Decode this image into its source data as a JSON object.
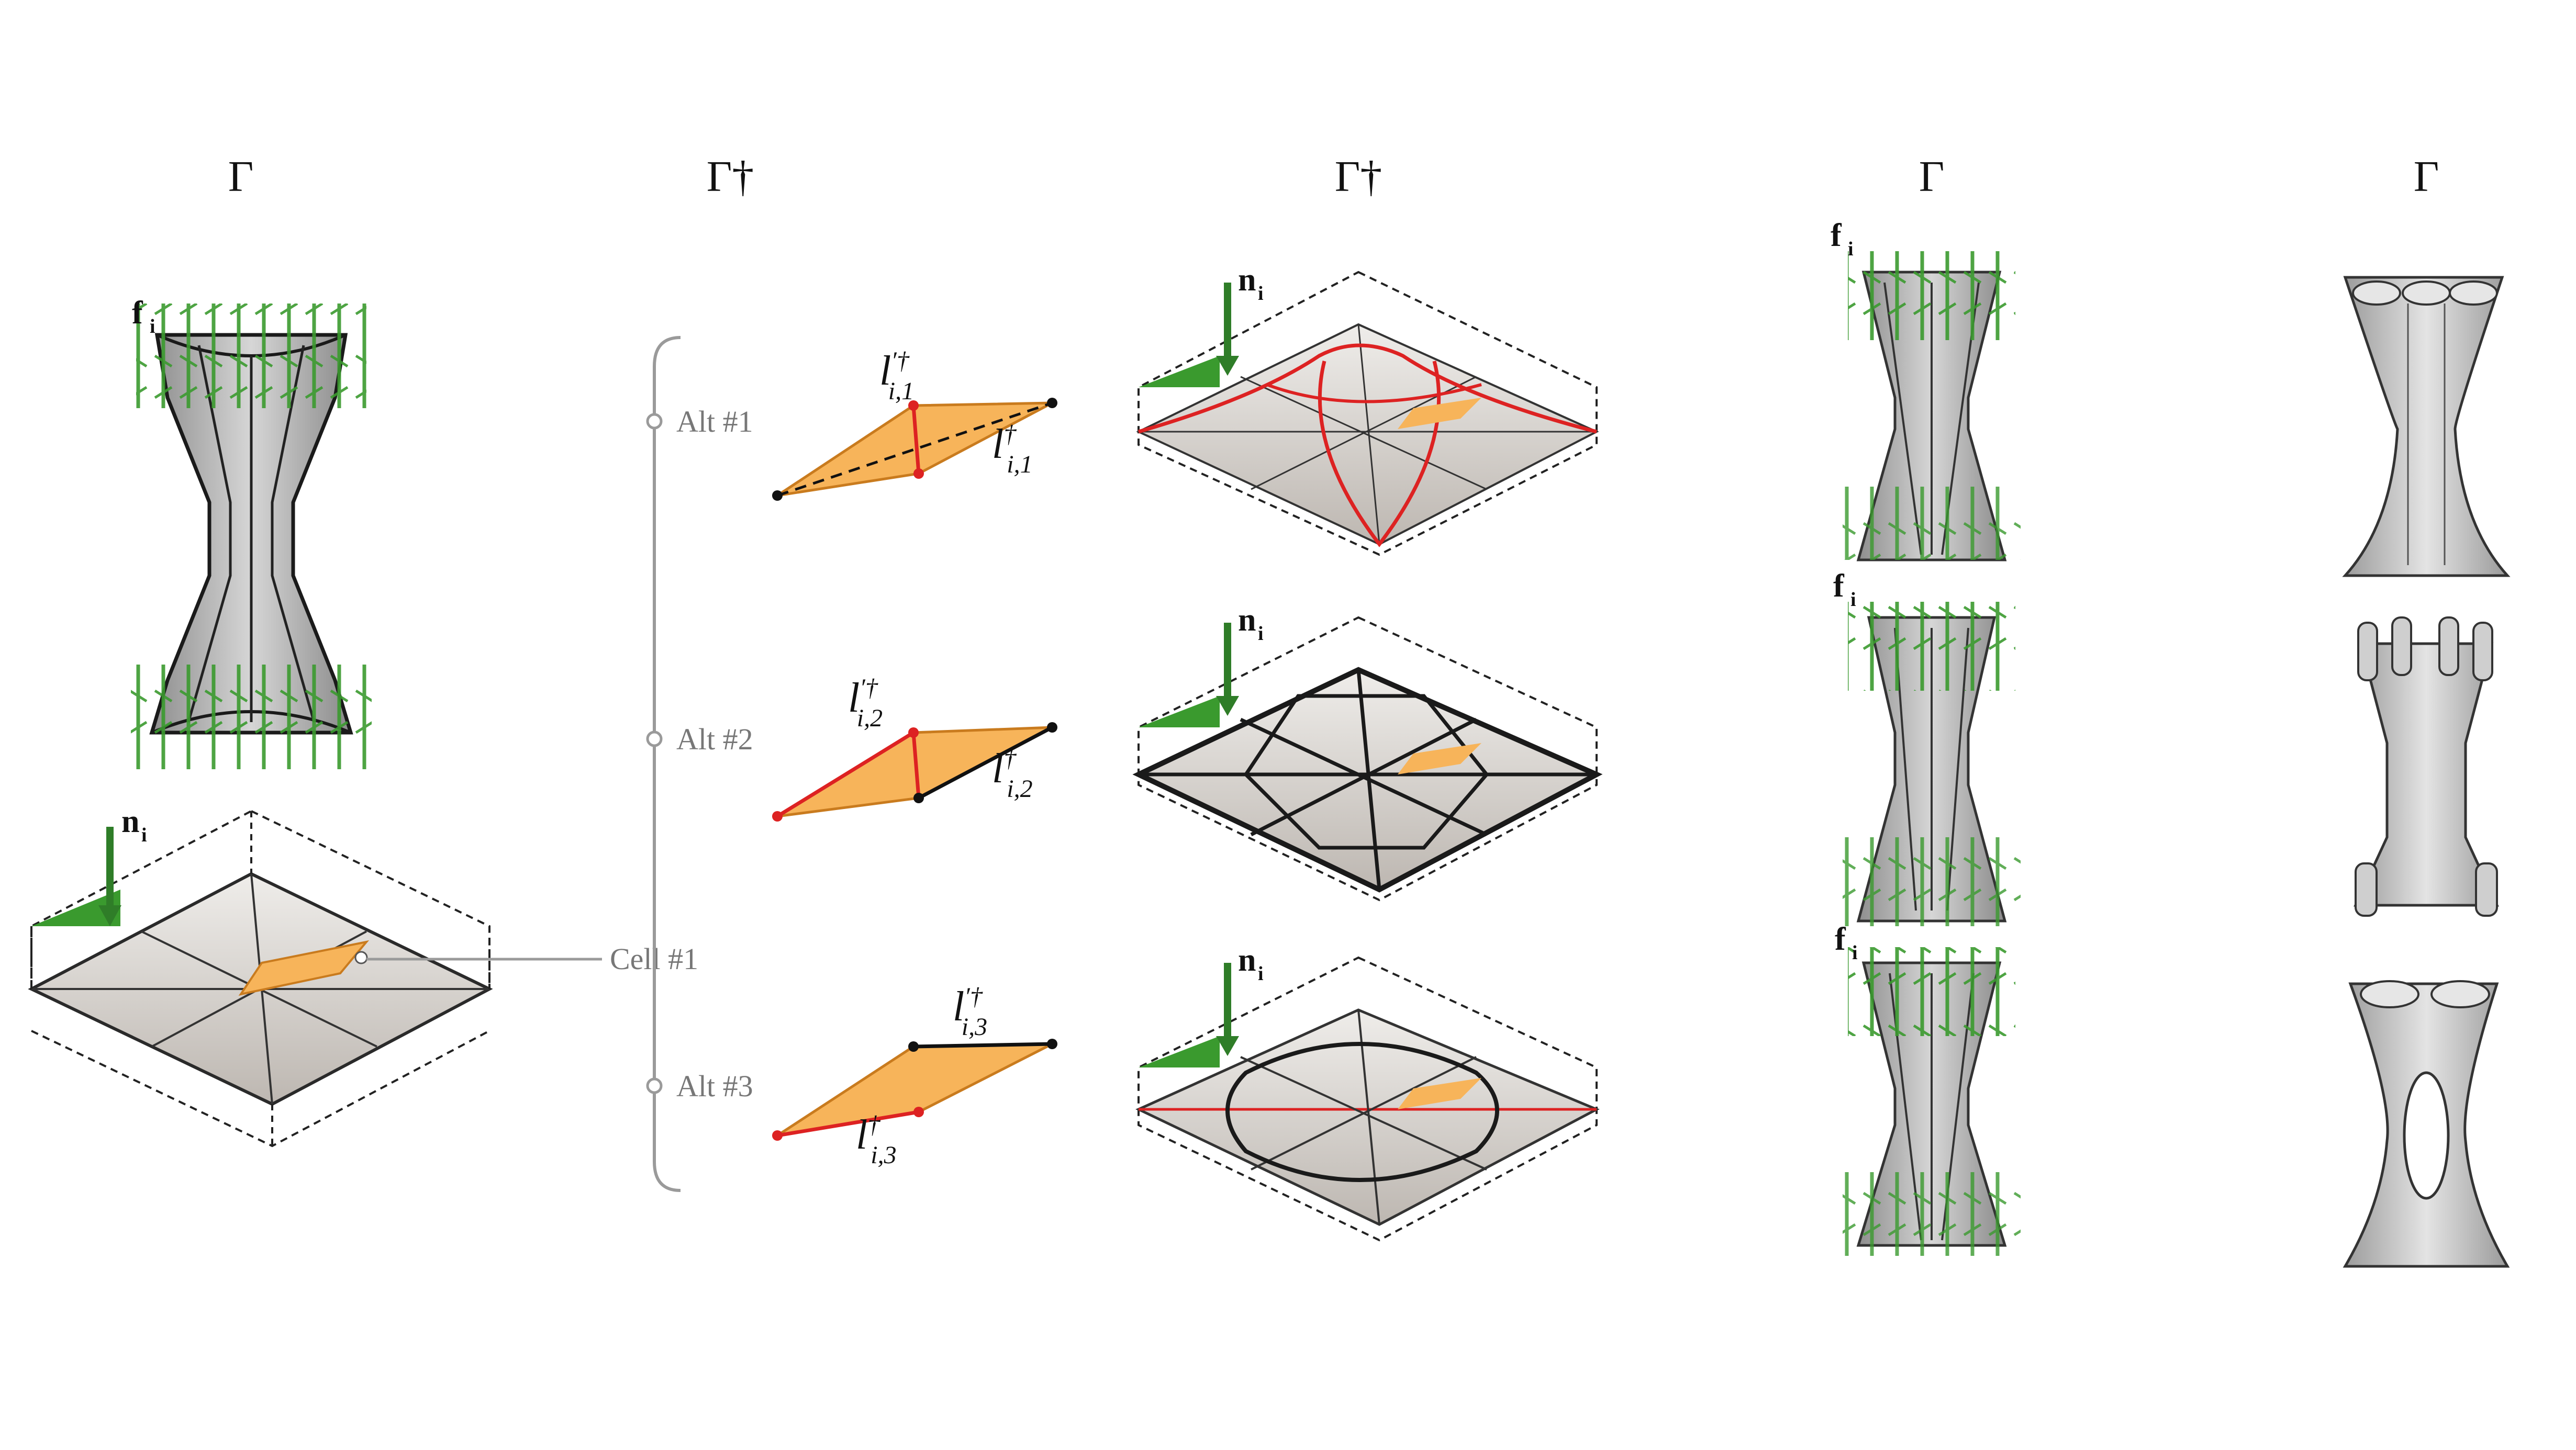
{
  "headers": {
    "col1": "Γ",
    "col2": "Γ†",
    "col3": "Γ†",
    "col4": "Γ",
    "col5": "Γ"
  },
  "labels": {
    "cell": "Cell #1",
    "alt1": "Alt #1",
    "alt2": "Alt #2",
    "alt3": "Alt #3",
    "force_symbol": "f",
    "force_sub": "i",
    "normal_symbol": "n",
    "normal_sub": "i"
  },
  "edges": {
    "alt1_a": {
      "sym": "l",
      "mark": "′†",
      "sub": "i,1"
    },
    "alt1_b": {
      "sym": "l",
      "mark": "†",
      "sub": "i,1"
    },
    "alt2_a": {
      "sym": "l",
      "mark": "′†",
      "sub": "i,2"
    },
    "alt2_b": {
      "sym": "l",
      "mark": "†",
      "sub": "i,2"
    },
    "alt3_a": {
      "sym": "l",
      "mark": "′†",
      "sub": "i,3"
    },
    "alt3_b": {
      "sym": "l",
      "mark": "†",
      "sub": "i,3"
    }
  },
  "colors": {
    "ink": "#111111",
    "label_gray": "#777777",
    "face_orange": "#f7b45a",
    "edge_red": "#dd2222",
    "force_green": "#3a9a2e",
    "surface_gray": "#b9b9b9",
    "slab_gray": "#d4d0cc"
  }
}
